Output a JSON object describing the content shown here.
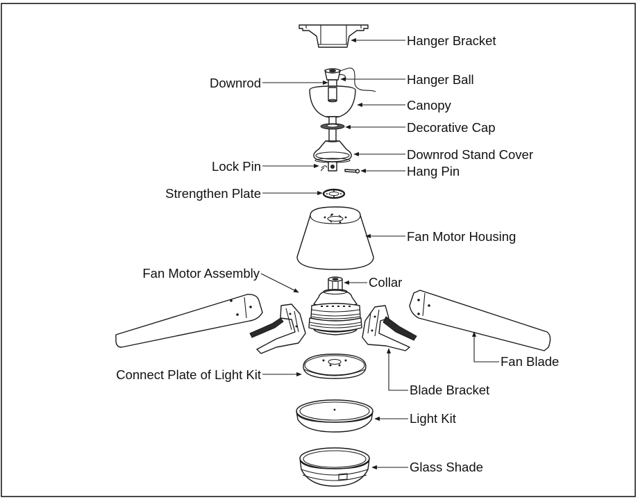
{
  "labels": {
    "hanger_bracket": "Hanger Bracket",
    "downrod": "Downrod",
    "hanger_ball": "Hanger Ball",
    "canopy": "Canopy",
    "decorative_cap": "Decorative Cap",
    "downrod_stand_cover": "Downrod Stand Cover",
    "lock_pin": "Lock Pin",
    "hang_pin": "Hang Pin",
    "strengthen_plate": "Strengthen Plate",
    "fan_motor_housing": "Fan Motor Housing",
    "fan_motor_assembly": "Fan Motor Assembly",
    "collar": "Collar",
    "fan_blade": "Fan Blade",
    "connect_plate": "Connect Plate of Light Kit",
    "blade_bracket": "Blade Bracket",
    "light_kit": "Light Kit",
    "glass_shade": "Glass Shade"
  }
}
